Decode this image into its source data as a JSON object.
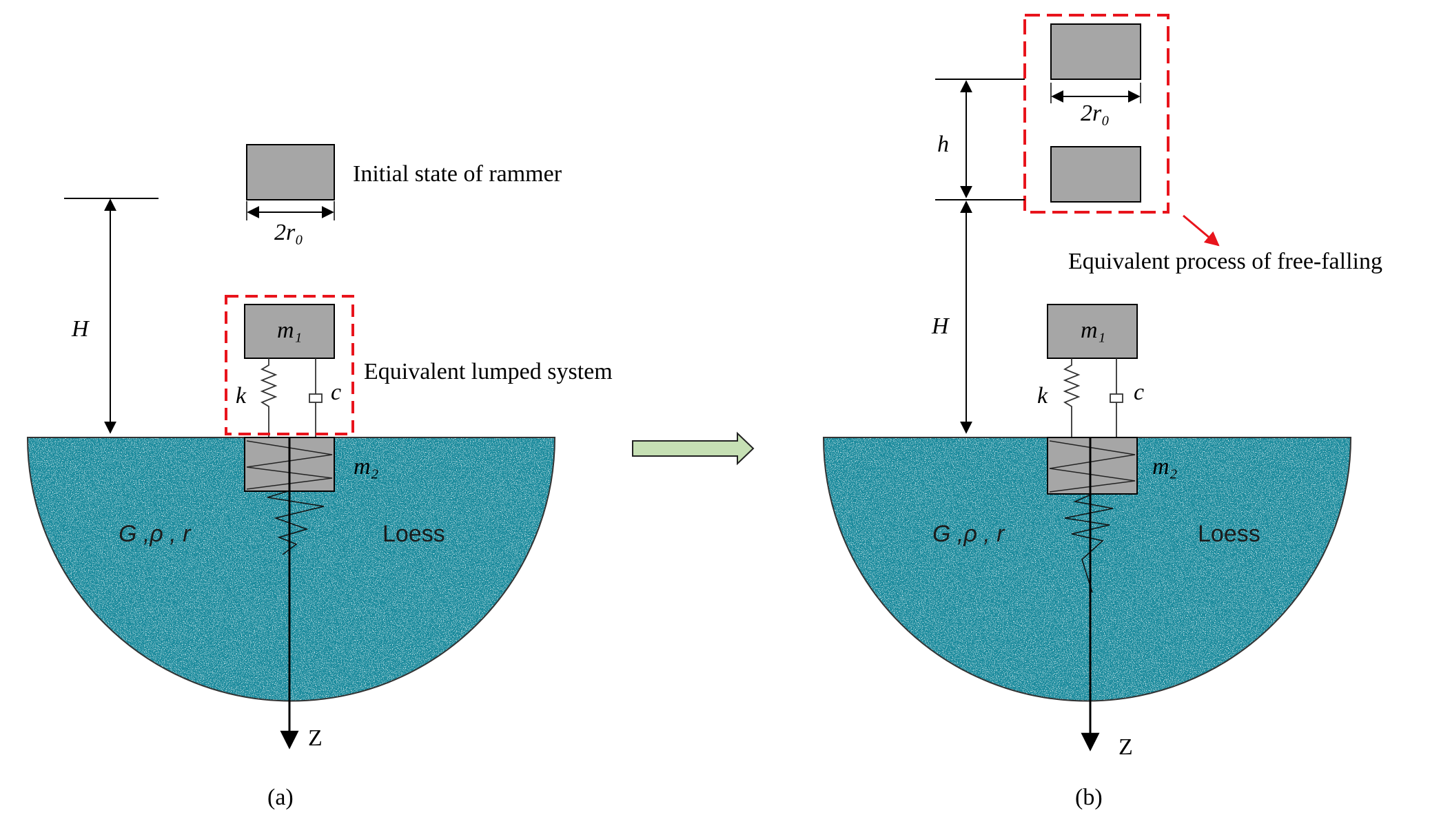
{
  "panel_a": {
    "caption": "(a)",
    "rammer_caption": "Initial state of rammer",
    "width_label": "2r₀",
    "height_label": "H",
    "mass1_label": "m₁",
    "mass2_label": "m₂",
    "spring_label": "k",
    "damper_label": "c",
    "lumped_caption": "Equivalent lumped system",
    "soil_params": "G ,ρ , r",
    "soil_name": "Loess",
    "axis_label": "Z"
  },
  "panel_b": {
    "caption": "(b)",
    "width_label": "2r₀",
    "drop_label": "h",
    "height_label": "H",
    "mass1_label": "m₁",
    "mass2_label": "m₂",
    "spring_label": "k",
    "damper_label": "c",
    "freefall_caption": "Equivalent process of free-falling",
    "soil_params": "G ,ρ , r",
    "soil_name": "Loess",
    "axis_label": "Z"
  },
  "colors": {
    "soil": "#1a8a9c",
    "block": "#a6a6a6",
    "highlight": "#e8141c",
    "transition_arrow": "#c6e0b4"
  }
}
